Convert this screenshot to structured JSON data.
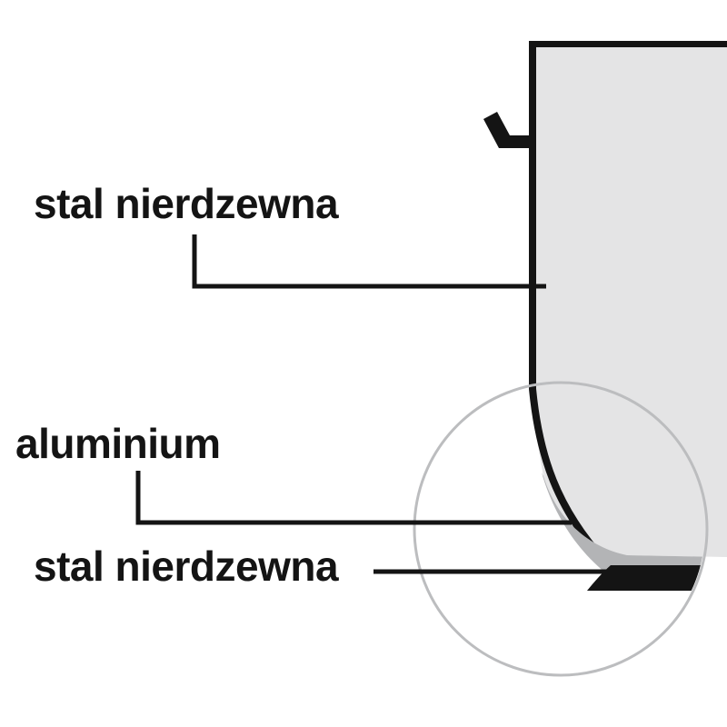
{
  "diagram": {
    "labels": {
      "top": "stal nierdzewna",
      "middle": "aluminium",
      "bottom": "stal nierdzewna"
    },
    "colors": {
      "background": "#ffffff",
      "pot_body": "#e4e4e5",
      "aluminium_layer": "#b3b4b6",
      "steel_layer": "#141414",
      "outline": "#141414",
      "magnifier_ring": "#bcbdbf"
    }
  }
}
